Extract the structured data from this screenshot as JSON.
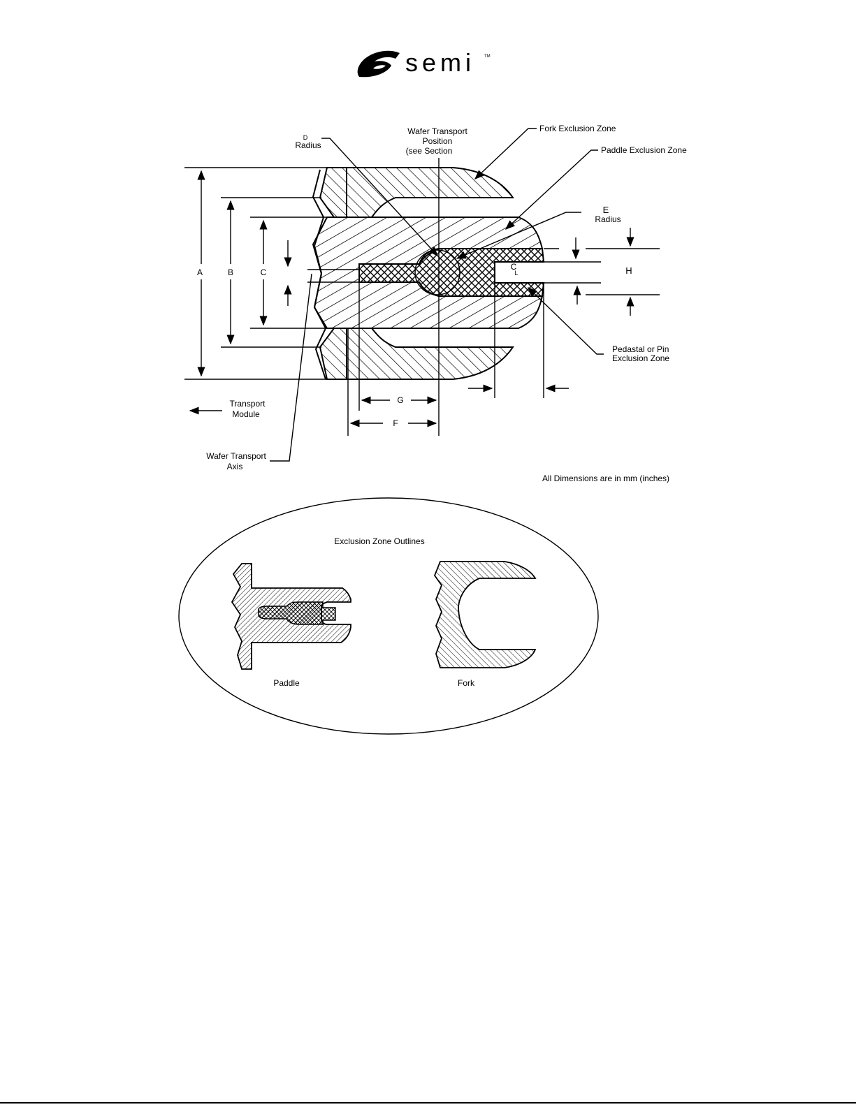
{
  "logo": {
    "text": "semi",
    "trademark": "TM"
  },
  "diagram": {
    "labels": {
      "d_letter": "D",
      "d_radius": "Radius",
      "wafer_position_1": "Wafer Transport",
      "wafer_position_2": "Position",
      "wafer_position_3": "(see Section",
      "fork_zone": "Fork Exclusion Zone",
      "paddle_zone": "Paddle Exclusion Zone",
      "e_letter": "E",
      "e_radius": "Radius",
      "dim_a": "A",
      "dim_b": "B",
      "dim_c": "C",
      "dim_h": "H",
      "dim_g": "G",
      "dim_f": "F",
      "centerline": "C",
      "centerline_sub": "L",
      "pedestal_1": "Pedastal or Pin",
      "pedestal_2": "Exclusion Zone",
      "transport_1": "Transport",
      "transport_2": "Module",
      "axis_1": "Wafer Transport",
      "axis_2": "Axis",
      "dimensions_note": "All Dimensions are in mm (inches)"
    },
    "inset": {
      "title": "Exclusion Zone Outlines",
      "paddle": "Paddle",
      "fork": "Fork"
    }
  }
}
